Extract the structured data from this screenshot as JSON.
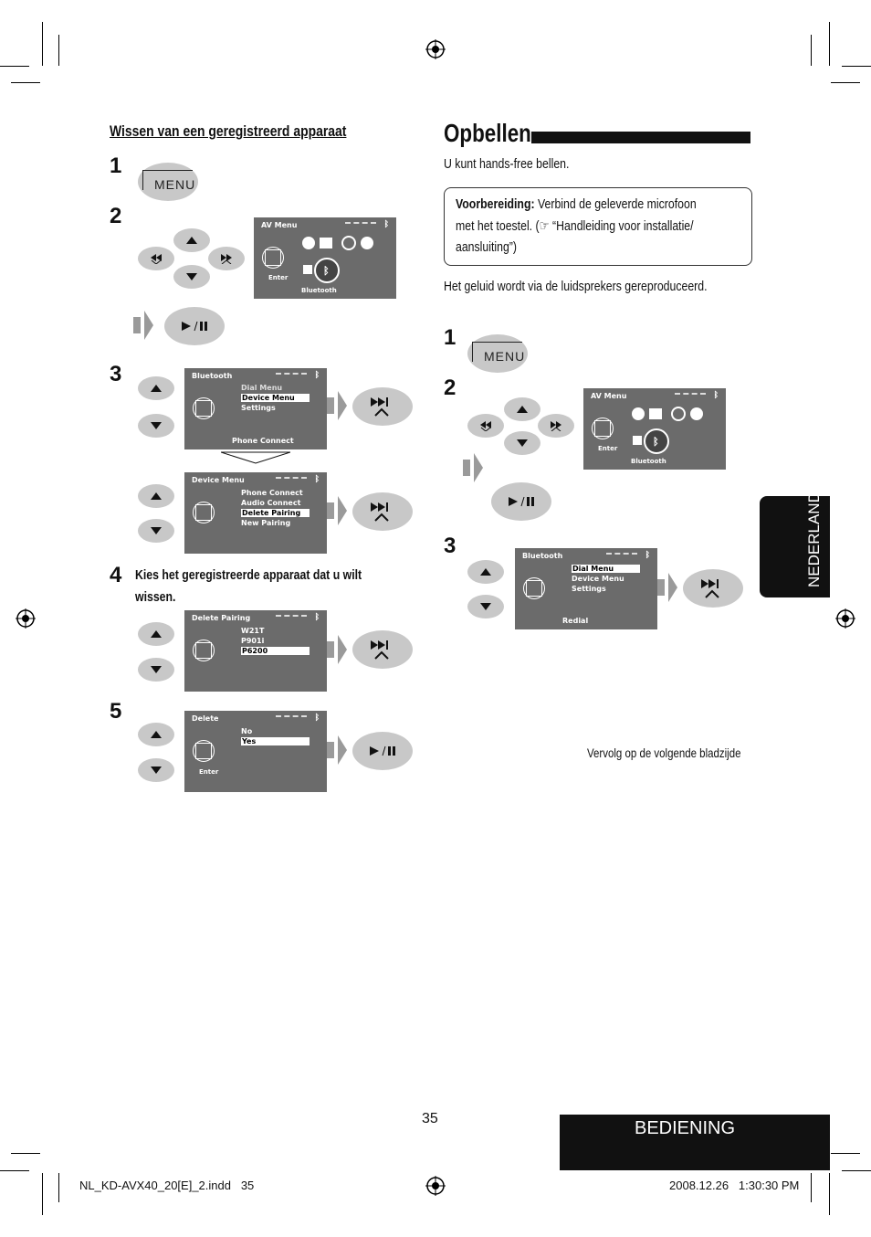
{
  "left": {
    "heading": "Wissen van een geregistreerd apparaat",
    "steps": [
      "1",
      "2",
      "3",
      "4",
      "5"
    ],
    "step4_text_line1": "Kies het geregistreerde apparaat dat u wilt",
    "step4_text_line2": "wissen.",
    "menu_label": "MENU",
    "av_menu": {
      "title": "AV Menu",
      "enter": "Enter",
      "bluetooth": "Bluetooth"
    },
    "bt_menu": {
      "title": "Bluetooth",
      "items": [
        "Dial Menu",
        "Device Menu",
        "Settings"
      ],
      "footer": "Phone Connect"
    },
    "device_menu": {
      "title": "Device Menu",
      "items": [
        "Phone Connect",
        "Audio Connect",
        "Delete Pairing",
        "New Pairing"
      ]
    },
    "delete_pairing": {
      "title": "Delete Pairing",
      "items": [
        "W21T",
        "P901i",
        "P6200"
      ]
    },
    "delete": {
      "title": "Delete",
      "items": [
        "No",
        "Yes"
      ],
      "enter": "Enter"
    }
  },
  "right": {
    "title": "Opbellen",
    "intro": "U kunt hands-free bellen.",
    "prep_bold": "Voorbereiding:",
    "prep_line1": "Verbind de geleverde microfoon",
    "prep_line2": "met het toestel. (☞ “Handleiding voor installatie/",
    "prep_line3": "aansluiting”)",
    "sound": "Het geluid wordt via de luidsprekers gereproduceerd.",
    "steps": [
      "1",
      "2",
      "3"
    ],
    "menu_label": "MENU",
    "av_menu": {
      "title": "AV Menu",
      "enter": "Enter",
      "bluetooth": "Bluetooth"
    },
    "bt_menu": {
      "title": "Bluetooth",
      "items": [
        "Dial Menu",
        "Device Menu",
        "Settings"
      ],
      "footer": "Redial"
    },
    "continued": "Vervolg op de volgende bladzijde"
  },
  "side_tab": "NEDERLANDS",
  "page_number": "35",
  "section": "BEDIENING",
  "footer_left": "NL_KD-AVX40_20[E]_2.indd   35",
  "footer_right": "2008.12.26   1:30:30 PM"
}
